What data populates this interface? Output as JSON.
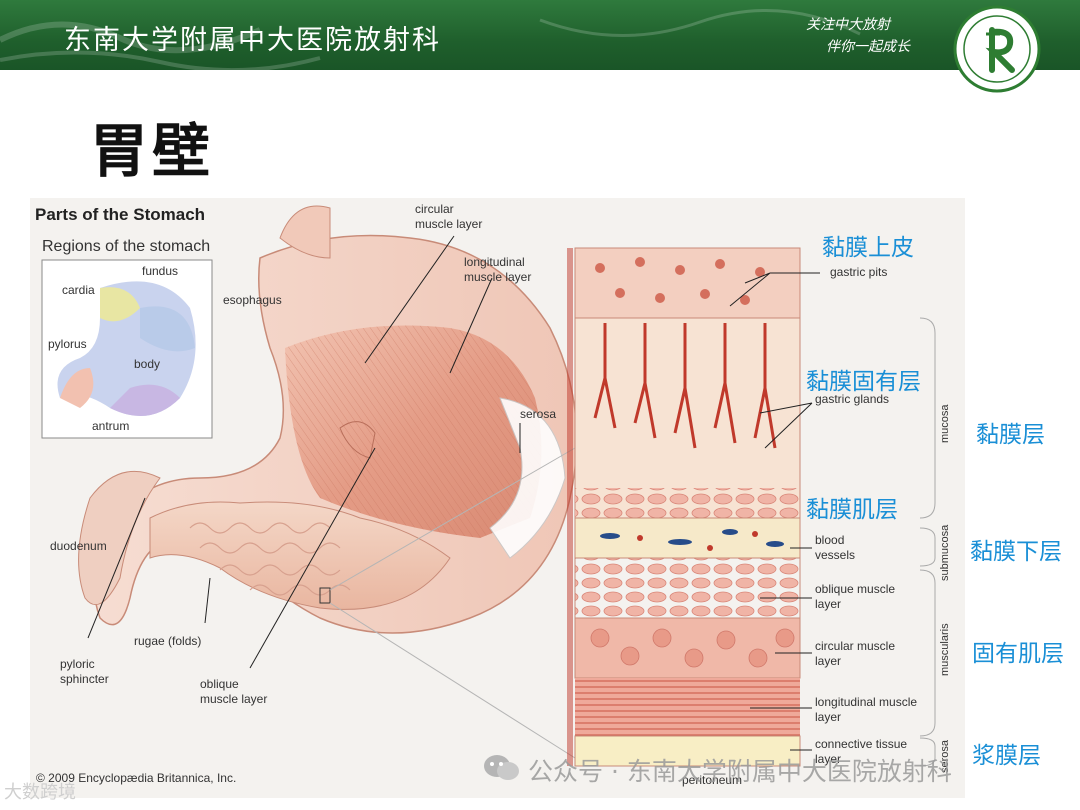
{
  "header": {
    "hospital_name": "东南大学附属中大医院放射科",
    "slogan_line1": "关注中大放射",
    "slogan_line2": "伴你一起成长",
    "logo_letter": "R"
  },
  "page": {
    "title": "胃壁"
  },
  "figure": {
    "main_title": "Parts of the Stomach",
    "inset_title": "Regions of the stomach",
    "inset_labels": [
      "fundus",
      "cardia",
      "pylorus",
      "body",
      "antrum"
    ],
    "stomach_labels": {
      "esophagus": "esophagus",
      "circular": "circular\nmuscle layer",
      "longitudinal": "longitudinal\nmuscle layer",
      "serosa": "serosa",
      "duodenum": "duodenum",
      "rugae": "rugae (folds)",
      "pyloric": "pyloric\nsphincter",
      "oblique": "oblique\nmuscle layer"
    },
    "section_labels": {
      "gastric_pits": "gastric pits",
      "gastric_glands": "gastric glands",
      "blood_vessels": "blood\nvessels",
      "oblique": "oblique muscle\nlayer",
      "circular": "circular muscle\nlayer",
      "longitudinal": "longitudinal muscle\nlayer",
      "connective": "connective tissue\nlayer",
      "peritoneum": "peritoneum"
    },
    "side_labels": [
      "mucosa",
      "submucosa",
      "muscularis",
      "serosa"
    ],
    "copyright": "© 2009 Encyclopædia Britannica, Inc."
  },
  "annotations": {
    "mucosa_epithelium": "黏膜上皮",
    "lamina_propria": "黏膜固有层",
    "mucosa_layer": "黏膜层",
    "muscularis_mucosae": "黏膜肌层",
    "submucosa": "黏膜下层",
    "muscularis_propria": "固有肌层",
    "serosa_layer": "浆膜层"
  },
  "watermark": {
    "text": "公众号 · 东南大学附属中大医院放射科",
    "corner": "大数跨境"
  },
  "colors": {
    "banner_green": "#1f5f2c",
    "annotation_blue": "#1a8fd6",
    "muscle_pink": "#e8a591",
    "mucosa_red": "#c0392b"
  }
}
